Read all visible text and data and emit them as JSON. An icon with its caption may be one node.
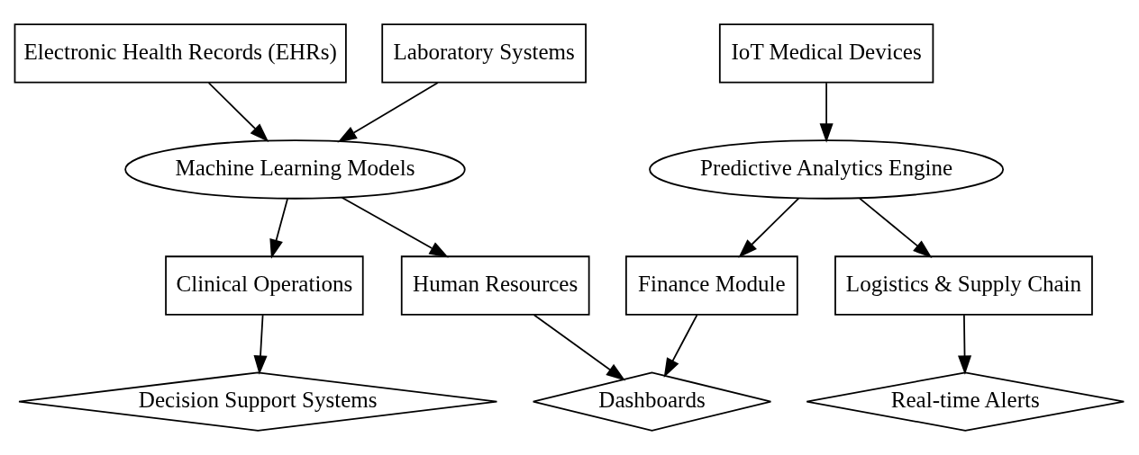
{
  "diagram": {
    "nodes": [
      {
        "text": [
          "Electronic Health Records (EHRs)"
        ]
      },
      {
        "text": [
          "Laboratory Systems"
        ]
      },
      {
        "text": [
          "IoT Medical Devices"
        ]
      },
      {
        "text": [
          "Machine Learning Models"
        ]
      },
      {
        "text": [
          "Predictive Analytics Engine"
        ]
      },
      {
        "text": [
          "Clinical Operations"
        ]
      },
      {
        "text": [
          "Human Resources"
        ]
      },
      {
        "text": [
          "Finance Module"
        ]
      },
      {
        "text": [
          "Logistics & Supply Chain"
        ]
      },
      {
        "text": [
          "Decision Support Systems"
        ]
      },
      {
        "text": [
          "Dashboards"
        ]
      },
      {
        "text": [
          "Real-time Alerts"
        ]
      }
    ],
    "edges": [
      {
        "from": 0,
        "to": 3,
        "arrow": "to"
      },
      {
        "from": 1,
        "to": 3,
        "arrow": "to"
      },
      {
        "from": 2,
        "to": 4,
        "arrow": "to"
      },
      {
        "from": 3,
        "to": 5,
        "arrow": "to"
      },
      {
        "from": 3,
        "to": 6,
        "arrow": "to"
      },
      {
        "from": 4,
        "to": 7,
        "arrow": "to"
      },
      {
        "from": 4,
        "to": 8,
        "arrow": "to"
      },
      {
        "from": 5,
        "to": 9,
        "arrow": "to"
      },
      {
        "from": 6,
        "to": 10,
        "arrow": "to"
      },
      {
        "from": 7,
        "to": 10,
        "arrow": "to"
      },
      {
        "from": 8,
        "to": 11,
        "arrow": "to"
      }
    ]
  }
}
